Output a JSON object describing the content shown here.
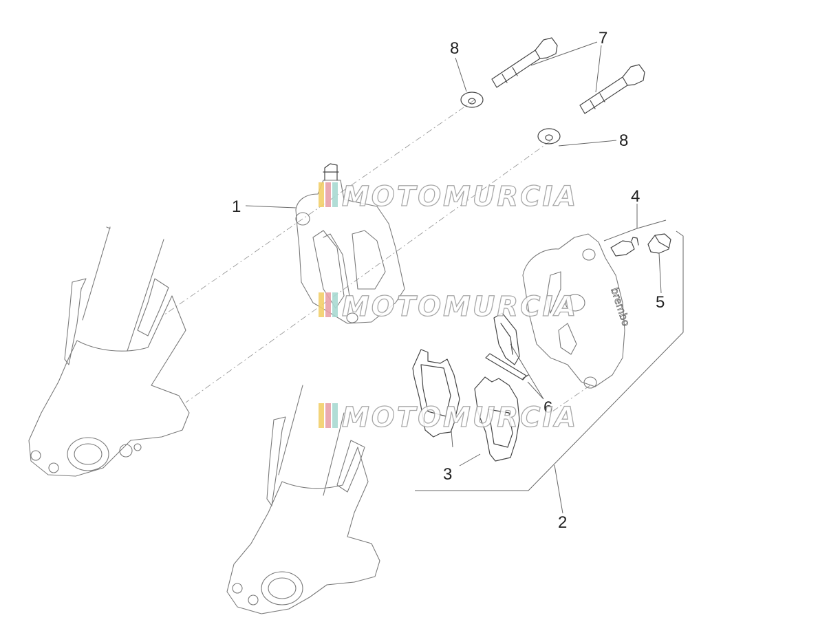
{
  "diagram": {
    "callouts": [
      {
        "id": "1",
        "label": "1"
      },
      {
        "id": "2",
        "label": "2"
      },
      {
        "id": "3",
        "label": "3"
      },
      {
        "id": "4",
        "label": "4"
      },
      {
        "id": "5",
        "label": "5"
      },
      {
        "id": "6",
        "label": "6"
      },
      {
        "id": "7",
        "label": "7"
      },
      {
        "id": "8a",
        "label": "8"
      },
      {
        "id": "8b",
        "label": "8"
      }
    ],
    "watermark": {
      "text": "MOTOMURCIA",
      "stripe_colors": [
        "#f2cf6a",
        "#e8a0a8",
        "#a9d9d2"
      ]
    },
    "caliper_brand": "brembo"
  }
}
